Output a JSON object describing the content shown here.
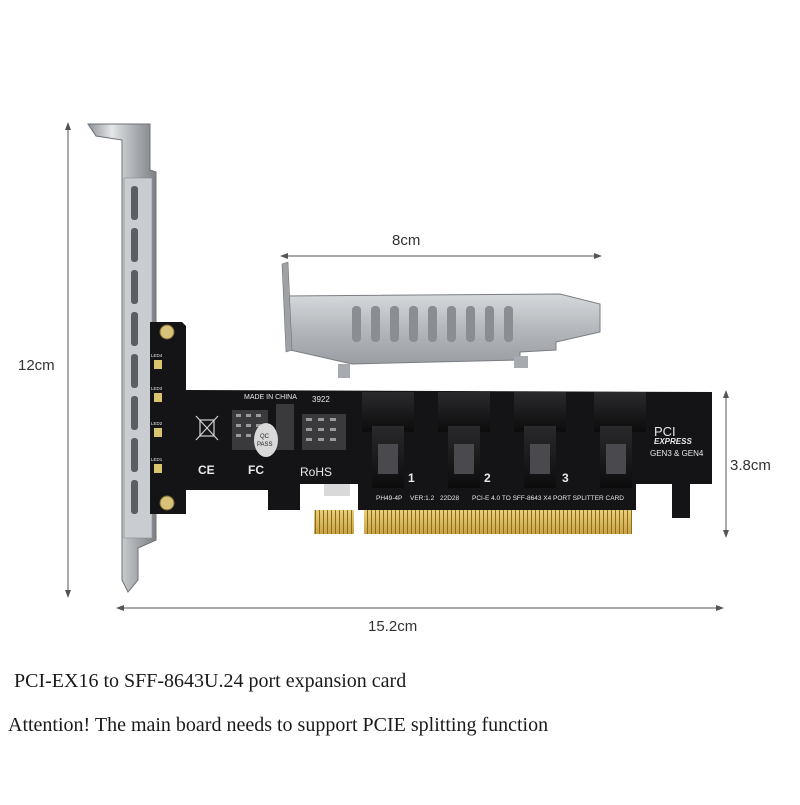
{
  "dimensions": {
    "full_bracket_height": "12cm",
    "low_profile_bracket_width": "8cm",
    "board_height": "3.8cm",
    "card_length": "15.2cm"
  },
  "board": {
    "made_in": "MADE IN CHINA",
    "code": "3922",
    "qc_line1": "QC",
    "qc_line2": "PASS",
    "ce_mark": "CE",
    "fc_mark": "FC",
    "rohs": "RoHS",
    "port_labels": [
      "1",
      "2",
      "3"
    ],
    "model": "PH49-4P",
    "version": "VER:1.2",
    "date_code": "22D28",
    "description": "PCI-E 4.0 TO SFF-8643 X4 PORT SPLITTER CARD",
    "pci_logo_line1": "PCI",
    "pci_logo_line2": "EXPRESS",
    "gen": "GEN3 & GEN4",
    "led_labels": [
      "LED4",
      "LED3",
      "LED2",
      "LED1"
    ]
  },
  "captions": {
    "title": "PCI-EX16 to SFF-8643U.24 port expansion card",
    "attention": "Attention! The main board needs to support PCIE splitting function"
  }
}
